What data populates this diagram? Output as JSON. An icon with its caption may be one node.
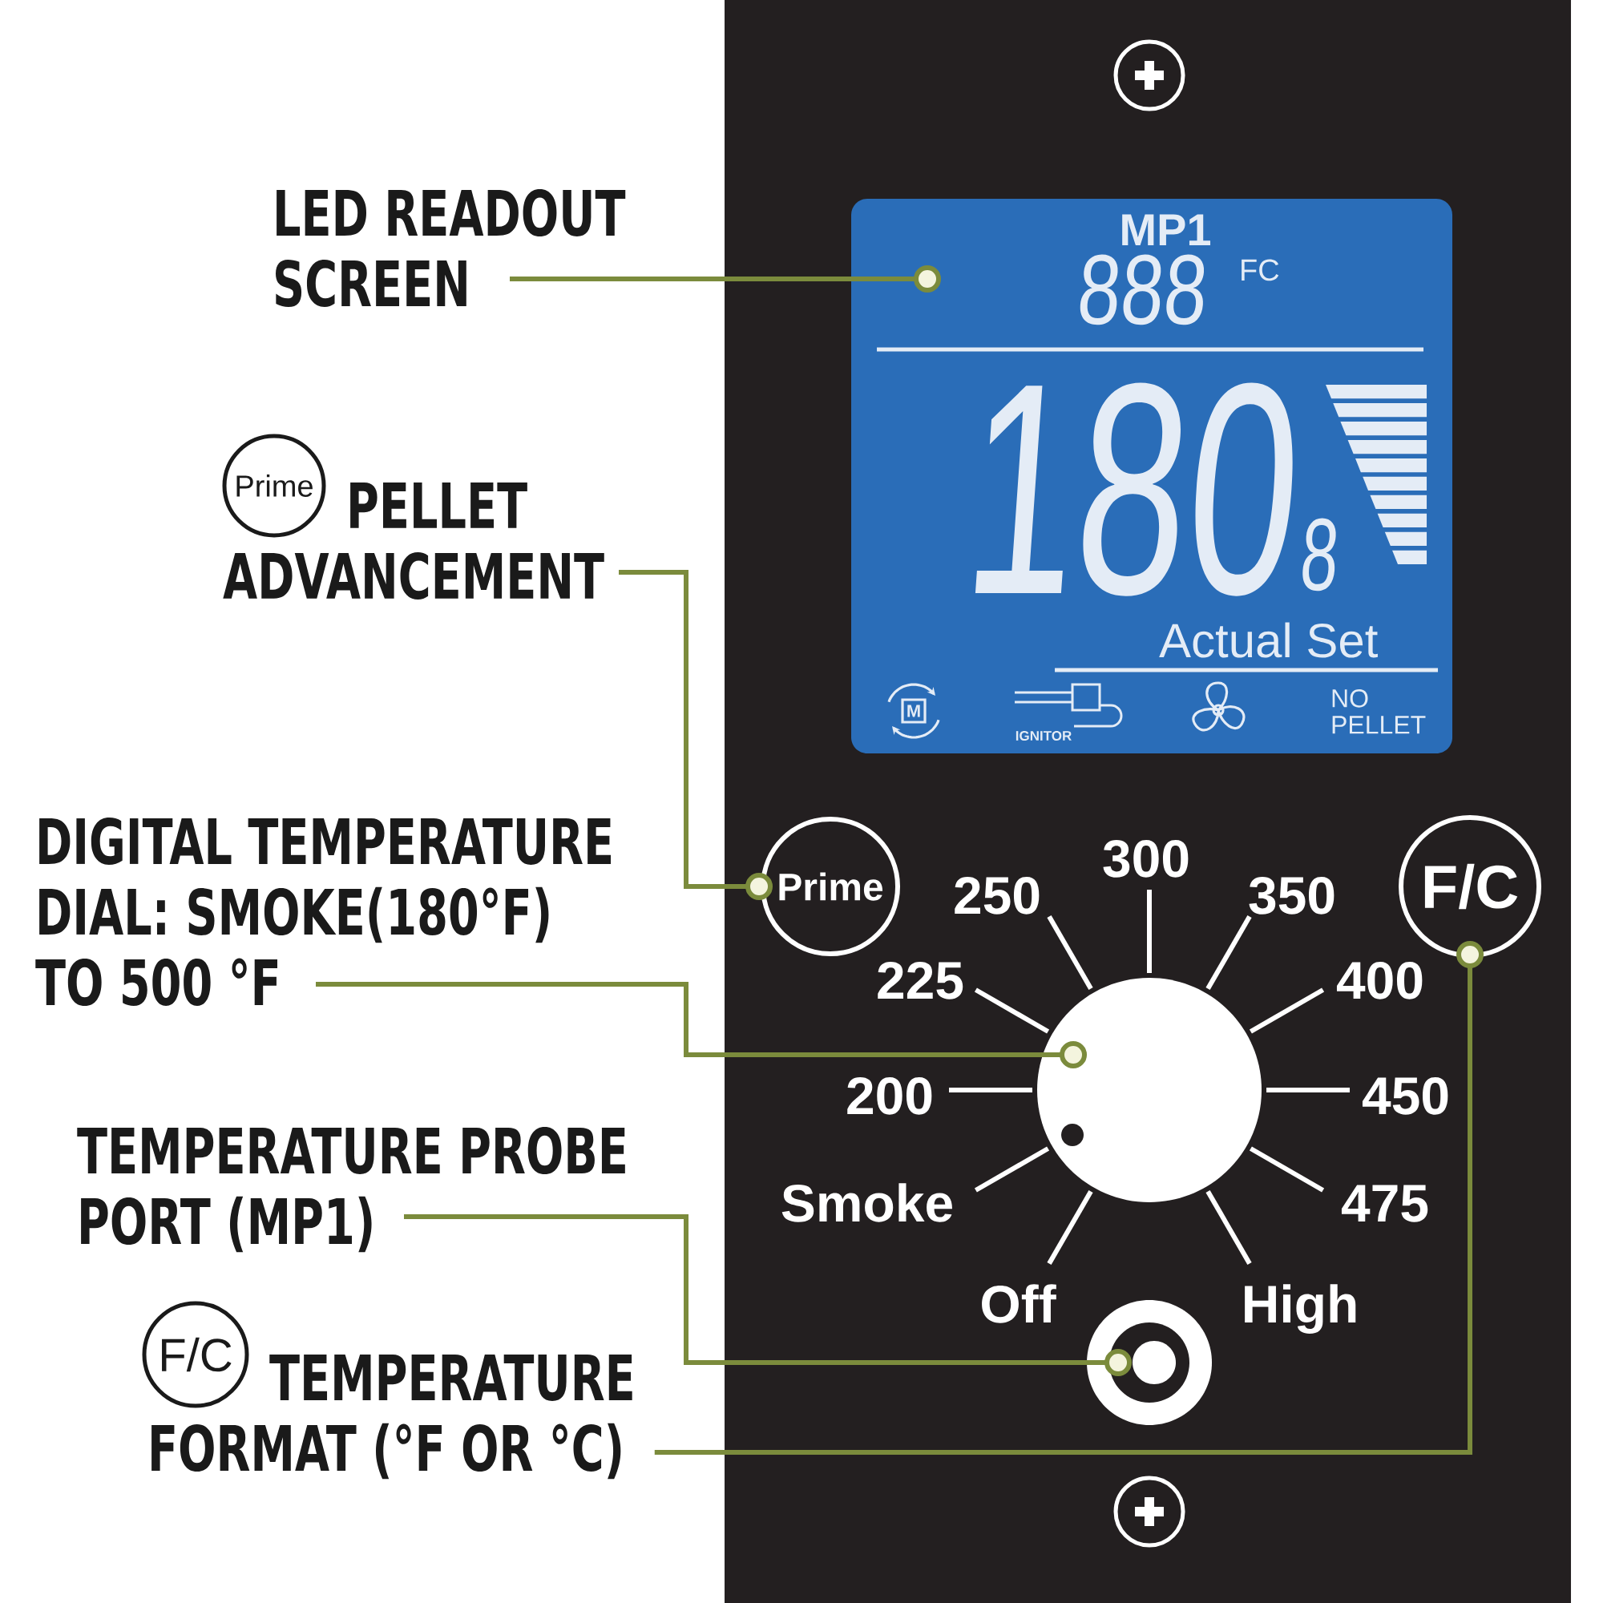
{
  "diagram": {
    "nodes": [
      {
        "text": [
          "LED READOUT SCREEN"
        ]
      },
      {
        "text": [
          "MP1",
          "888",
          "FC",
          "180",
          "8",
          "Actual Set",
          "M",
          "IGNITOR",
          "NO PELLET"
        ]
      },
      {
        "text": [
          "Prime",
          "PELLET ADVANCEMENT"
        ]
      },
      {
        "text": [
          "DIGITAL TEMPERATURE DIAL: SMOKE(180°F) TO 500 °F"
        ]
      },
      {
        "text": [
          "Prime"
        ]
      },
      {
        "text": [
          "F/C"
        ]
      },
      {
        "text": [],
        "shape": "circle"
      },
      {
        "text": [
          "TEMPERATURE PROBE PORT (MP1)"
        ]
      },
      {
        "text": [
          "F/C",
          "TEMPERATURE FORMAT (°F OR °C)"
        ]
      },
      {
        "text": [],
        "shape": "circle"
      }
    ],
    "edges": [
      {
        "from": 0,
        "to": 1,
        "arrow": "other"
      },
      {
        "from": 2,
        "to": 4,
        "arrow": "other"
      },
      {
        "from": 3,
        "to": 6,
        "arrow": "other"
      },
      {
        "from": 7,
        "to": 9,
        "arrow": "other"
      },
      {
        "from": 8,
        "to": 5,
        "arrow": "other"
      }
    ],
    "labels": [
      "300",
      "250",
      "350",
      "225",
      "400",
      "200",
      "450",
      "Smoke",
      "475",
      "Off",
      "High"
    ]
  }
}
